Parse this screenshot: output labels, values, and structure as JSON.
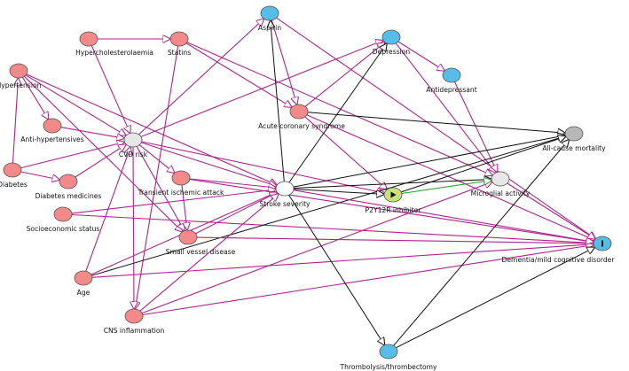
{
  "colors": {
    "adjusted": "#f4898a",
    "ancestor_outcome": "#f4898a",
    "outcome_ancestor": "#56bde9",
    "unobserved": "#e6e6e6",
    "mortality": "#b7b7b7",
    "exposure": "#c9e17a",
    "outcome": "#56bde9",
    "arrow_biasing": "#b0238c",
    "arrow_causal": "#2fa02f",
    "arrow_plain": "#111111"
  },
  "nodes": [
    {
      "id": "aspirin",
      "label": "Aspirin",
      "type": "outcome_ancestor"
    },
    {
      "id": "hyperchol",
      "label": "Hypercholesterolaemia",
      "type": "adjusted"
    },
    {
      "id": "statins",
      "label": "Statins",
      "type": "adjusted"
    },
    {
      "id": "depression",
      "label": "Depression",
      "type": "outcome_ancestor"
    },
    {
      "id": "antidepressant",
      "label": "Antidepressant",
      "type": "outcome_ancestor"
    },
    {
      "id": "hypertension",
      "label": "Hypertension",
      "type": "adjusted"
    },
    {
      "id": "antihyp",
      "label": "Anti-hypertensives",
      "type": "adjusted"
    },
    {
      "id": "acs",
      "label": "Acute coronary syndrome",
      "type": "adjusted"
    },
    {
      "id": "cvd",
      "label": "CVD risk",
      "type": "unobserved"
    },
    {
      "id": "mortality",
      "label": "All-cause mortality",
      "type": "mortality"
    },
    {
      "id": "diabetes",
      "label": "Diabetes",
      "type": "adjusted"
    },
    {
      "id": "diabmed",
      "label": "Diabetes medicines",
      "type": "adjusted"
    },
    {
      "id": "tia",
      "label": "Transient ischemic attack",
      "type": "adjusted"
    },
    {
      "id": "stroke",
      "label": "Stroke severity",
      "type": "latent_white"
    },
    {
      "id": "p2y12",
      "label": "P2Y12R inhibitor",
      "type": "exposure"
    },
    {
      "id": "microglial",
      "label": "Microglial activity",
      "type": "unobserved"
    },
    {
      "id": "ses",
      "label": "Socioeconomic status",
      "type": "adjusted"
    },
    {
      "id": "svd",
      "label": "Small vessel disease",
      "type": "adjusted"
    },
    {
      "id": "dementia",
      "label": "Dementia/mild cognitive disorder",
      "type": "outcome"
    },
    {
      "id": "age",
      "label": "Age",
      "type": "adjusted"
    },
    {
      "id": "cns",
      "label": "CNS inflammation",
      "type": "adjusted"
    },
    {
      "id": "thromb",
      "label": "Thrombolysis/thrombectomy",
      "type": "outcome_ancestor"
    }
  ],
  "edges": [
    {
      "from": "hyperchol",
      "to": "statins",
      "kind": "biasing"
    },
    {
      "from": "hyperchol",
      "to": "cvd",
      "kind": "biasing"
    },
    {
      "from": "statins",
      "to": "acs",
      "kind": "biasing"
    },
    {
      "from": "statins",
      "to": "microglial",
      "kind": "biasing"
    },
    {
      "from": "statins",
      "to": "cns",
      "kind": "biasing"
    },
    {
      "from": "hypertension",
      "to": "antihyp",
      "kind": "biasing"
    },
    {
      "from": "hypertension",
      "to": "cvd",
      "kind": "biasing"
    },
    {
      "from": "hypertension",
      "to": "stroke",
      "kind": "biasing"
    },
    {
      "from": "hypertension",
      "to": "svd",
      "kind": "biasing"
    },
    {
      "from": "antihyp",
      "to": "cvd",
      "kind": "biasing"
    },
    {
      "from": "diabetes",
      "to": "diabmed",
      "kind": "biasing"
    },
    {
      "from": "diabetes",
      "to": "cvd",
      "kind": "biasing"
    },
    {
      "from": "diabetes",
      "to": "hypertension",
      "kind": "biasing"
    },
    {
      "from": "diabmed",
      "to": "cvd",
      "kind": "biasing"
    },
    {
      "from": "cvd",
      "to": "aspirin",
      "kind": "biasing"
    },
    {
      "from": "cvd",
      "to": "depression",
      "kind": "biasing"
    },
    {
      "from": "cvd",
      "to": "stroke",
      "kind": "biasing"
    },
    {
      "from": "cvd",
      "to": "tia",
      "kind": "biasing"
    },
    {
      "from": "cvd",
      "to": "svd",
      "kind": "biasing"
    },
    {
      "from": "cvd",
      "to": "p2y12",
      "kind": "biasing"
    },
    {
      "from": "cvd",
      "to": "cns",
      "kind": "biasing"
    },
    {
      "from": "aspirin",
      "to": "dementia",
      "kind": "biasing"
    },
    {
      "from": "aspirin",
      "to": "acs",
      "kind": "biasing"
    },
    {
      "from": "depression",
      "to": "antidepressant",
      "kind": "biasing"
    },
    {
      "from": "depression",
      "to": "microglial",
      "kind": "biasing"
    },
    {
      "from": "antidepressant",
      "to": "microglial",
      "kind": "biasing"
    },
    {
      "from": "acs",
      "to": "depression",
      "kind": "biasing"
    },
    {
      "from": "acs",
      "to": "p2y12",
      "kind": "biasing"
    },
    {
      "from": "acs",
      "to": "mortality",
      "kind": "plain"
    },
    {
      "from": "acs",
      "to": "dementia",
      "kind": "biasing"
    },
    {
      "from": "tia",
      "to": "stroke",
      "kind": "biasing"
    },
    {
      "from": "tia",
      "to": "dementia",
      "kind": "biasing"
    },
    {
      "from": "tia",
      "to": "svd",
      "kind": "biasing"
    },
    {
      "from": "ses",
      "to": "stroke",
      "kind": "biasing"
    },
    {
      "from": "ses",
      "to": "dementia",
      "kind": "biasing"
    },
    {
      "from": "age",
      "to": "stroke",
      "kind": "biasing"
    },
    {
      "from": "age",
      "to": "dementia",
      "kind": "biasing"
    },
    {
      "from": "age",
      "to": "cvd",
      "kind": "biasing"
    },
    {
      "from": "age",
      "to": "mortality",
      "kind": "plain"
    },
    {
      "from": "svd",
      "to": "stroke",
      "kind": "biasing"
    },
    {
      "from": "svd",
      "to": "dementia",
      "kind": "biasing"
    },
    {
      "from": "cns",
      "to": "stroke",
      "kind": "biasing"
    },
    {
      "from": "cns",
      "to": "dementia",
      "kind": "biasing"
    },
    {
      "from": "cns",
      "to": "microglial",
      "kind": "biasing"
    },
    {
      "from": "stroke",
      "to": "p2y12",
      "kind": "plain"
    },
    {
      "from": "stroke",
      "to": "microglial",
      "kind": "plain"
    },
    {
      "from": "stroke",
      "to": "mortality",
      "kind": "plain"
    },
    {
      "from": "stroke",
      "to": "dementia",
      "kind": "biasing"
    },
    {
      "from": "stroke",
      "to": "thromb",
      "kind": "plain"
    },
    {
      "from": "stroke",
      "to": "aspirin",
      "kind": "plain"
    },
    {
      "from": "stroke",
      "to": "depression",
      "kind": "plain"
    },
    {
      "from": "p2y12",
      "to": "microglial",
      "kind": "causal"
    },
    {
      "from": "p2y12",
      "to": "mortality",
      "kind": "plain"
    },
    {
      "from": "microglial",
      "to": "dementia",
      "kind": "biasing"
    },
    {
      "from": "thromb",
      "to": "mortality",
      "kind": "plain"
    },
    {
      "from": "thromb",
      "to": "dementia",
      "kind": "plain"
    }
  ]
}
